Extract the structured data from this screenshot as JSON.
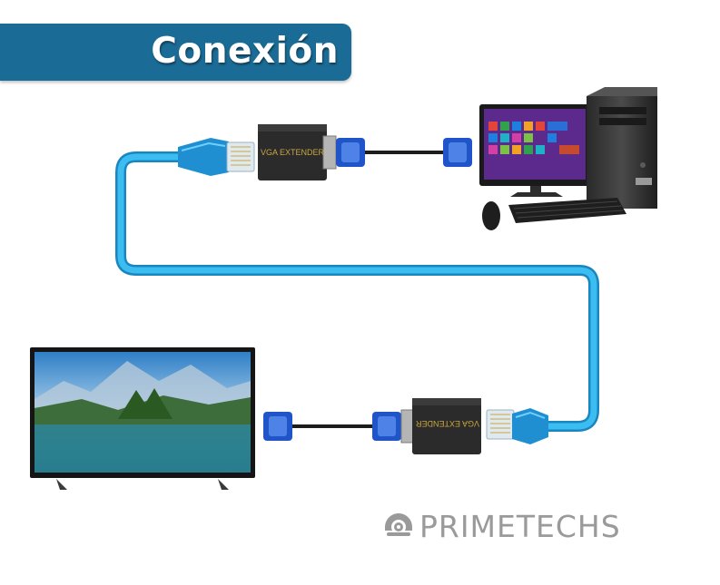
{
  "banner": {
    "title": "Conexión"
  },
  "extenders": {
    "top_label": "VGA EXTENDER",
    "bottom_label": "VGA EXTENDER"
  },
  "brand": {
    "name": "PRIMETECHS"
  },
  "colors": {
    "banner": "#1a6c96",
    "cable": "#22a8e6",
    "connector": "#1f55c8",
    "extender": "#2b2b2b",
    "logo": "#9a9a9a"
  }
}
